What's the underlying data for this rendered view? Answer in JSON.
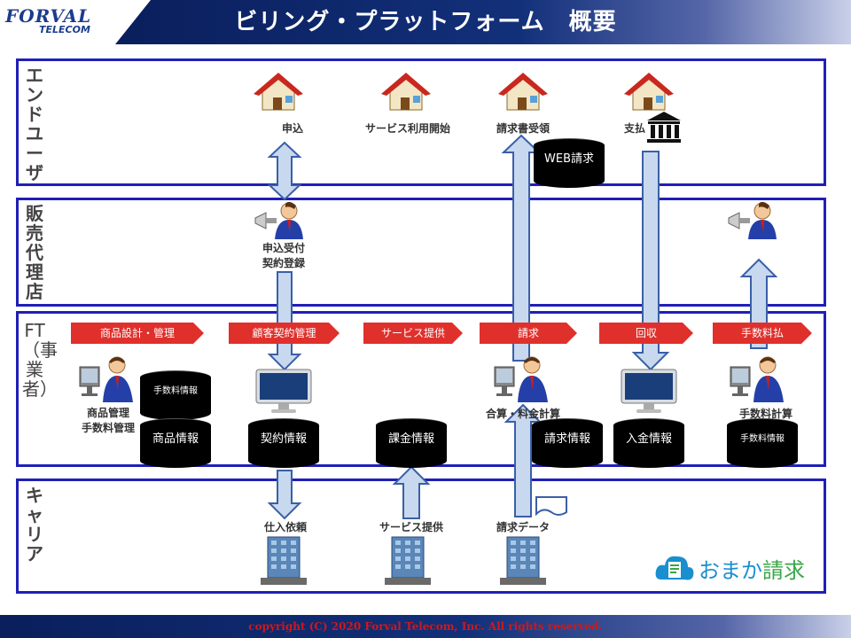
{
  "header": {
    "title": "ビリング・プラットフォーム　概要",
    "logo_line1": "FORVAL",
    "logo_line2": "TELECOM"
  },
  "lanes": [
    {
      "label": "エンドユーザ"
    },
    {
      "label": "販売代理店"
    },
    {
      "label": "FT（事業者）"
    },
    {
      "label": "キャリア"
    }
  ],
  "end_user": {
    "apply": "申込",
    "service_start": "サービス利用開始",
    "invoice_receipt": "請求書受領",
    "payment": "支払",
    "web_billing": "WEB請求"
  },
  "agency": {
    "reception_line1": "申込受付",
    "reception_line2": "契約登録"
  },
  "steps": [
    "商品設計・管理",
    "顧客契約管理",
    "サービス提供",
    "請求",
    "回収",
    "手数料払"
  ],
  "ft": {
    "product_mgmt_line1": "商品管理",
    "product_mgmt_line2": "手数料管理",
    "calc": "合算・料金計算",
    "commission_calc": "手数料計算"
  },
  "databases": {
    "commission_info": "手数料情報",
    "product_info": "商品情報",
    "contract_info": "契約情報",
    "billing_data_info": "課金情報",
    "invoice_info": "請求情報",
    "payment_info": "入金情報",
    "commission_info2": "手数料情報"
  },
  "carrier": {
    "purchase_request": "仕入依頼",
    "service_provision": "サービス提供",
    "billing_data": "請求データ"
  },
  "brand": {
    "omakase_a": "おまか",
    "omakase_b": "請求"
  },
  "footer": {
    "copyright": "copyright (C) 2020  Forval Telecom, Inc. All rights reserved."
  },
  "colors": {
    "lane_border": "#1f1fb8",
    "step": "#e0302c",
    "arrow_fill": "#c8d8ee",
    "arrow_stroke": "#3a5fa8",
    "header": "#12307a"
  }
}
